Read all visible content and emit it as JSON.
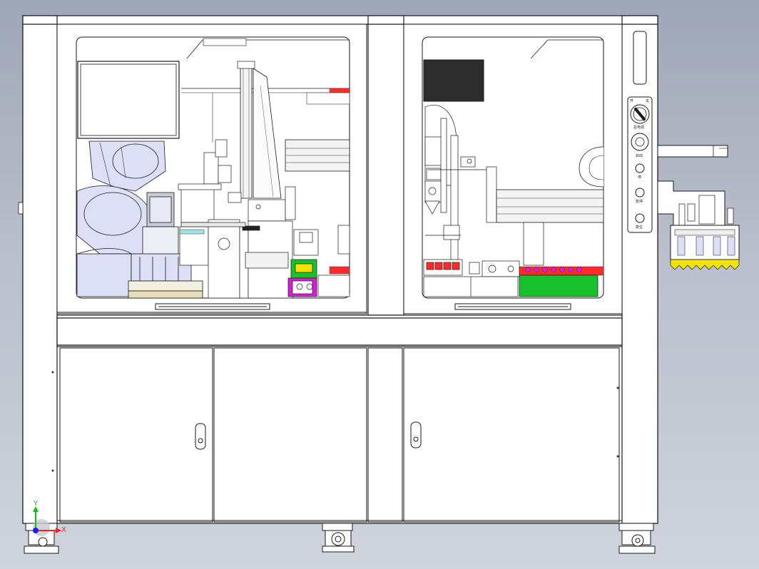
{
  "view": {
    "title": "machine-front-view-cad",
    "background_top": "#9fa6b6",
    "background_bottom": "#cfd4dd"
  },
  "colors": {
    "frame": "#ffffff",
    "outline": "#1a1a1a",
    "screen_dark": "#2d2d2d",
    "robot": "#dcdff6",
    "green_block": "#19c12d",
    "red_strip": "#ff2a2a",
    "magenta": "#d81cd8",
    "yellow_teeth": "#f2e400",
    "axis_x": "#ff2020",
    "axis_y": "#10c010",
    "axis_z": "#1020ff"
  },
  "control_panel": {
    "top_left_label": "开",
    "top_right_label": "关",
    "main_switch_label": "总电源",
    "start_label": "启动",
    "stop_label": "停",
    "pause_label": "暂停",
    "reset_label": "复位"
  },
  "axis_triad": {
    "x_label": "X",
    "y_label": "Y"
  }
}
